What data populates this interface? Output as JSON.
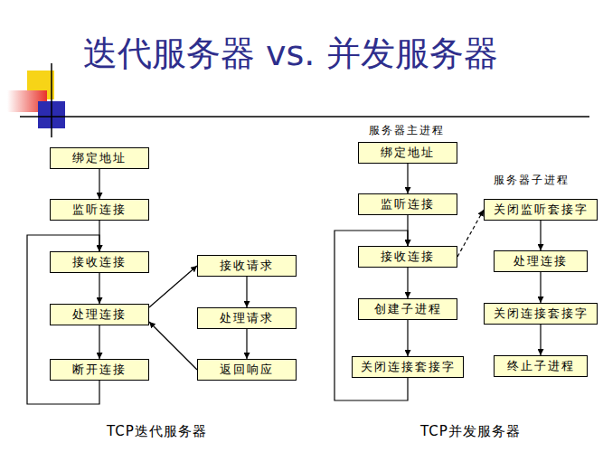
{
  "diagram": {
    "title": "迭代服务器 vs. 并发服务器",
    "nodes": [
      {
        "text": [
          "绑定地址"
        ]
      },
      {
        "text": [
          "监听连接"
        ]
      },
      {
        "text": [
          "接收连接"
        ]
      },
      {
        "text": [
          "处理连接"
        ]
      },
      {
        "text": [
          "断开连接"
        ]
      },
      {
        "text": [
          "接收请求"
        ]
      },
      {
        "text": [
          "处理请求"
        ]
      },
      {
        "text": [
          "返回响应"
        ]
      },
      {
        "text": [
          "绑定地址"
        ]
      },
      {
        "text": [
          "监听连接"
        ]
      },
      {
        "text": [
          "接收连接"
        ]
      },
      {
        "text": [
          "创建子进程"
        ]
      },
      {
        "text": [
          "关闭连接套接字"
        ]
      },
      {
        "text": [
          "关闭监听套接字"
        ]
      },
      {
        "text": [
          "处理连接"
        ]
      },
      {
        "text": [
          "关闭连接套接字"
        ]
      },
      {
        "text": [
          "终止子进程"
        ]
      }
    ],
    "edges": [
      {
        "from": 0,
        "to": 1,
        "arrow": "to"
      },
      {
        "from": 1,
        "to": 2,
        "arrow": "to"
      },
      {
        "from": 2,
        "to": 3,
        "arrow": "to"
      },
      {
        "from": 3,
        "to": 4,
        "arrow": "to"
      },
      {
        "from": 4,
        "to": 2,
        "arrow": "to"
      },
      {
        "from": 3,
        "to": 5,
        "arrow": "to"
      },
      {
        "from": 5,
        "to": 6,
        "arrow": "to"
      },
      {
        "from": 6,
        "to": 7,
        "arrow": "to"
      },
      {
        "from": 7,
        "to": 3,
        "arrow": "to"
      },
      {
        "from": 8,
        "to": 9,
        "arrow": "to"
      },
      {
        "from": 9,
        "to": 10,
        "arrow": "to"
      },
      {
        "from": 10,
        "to": 11,
        "arrow": "to"
      },
      {
        "from": 11,
        "to": 12,
        "arrow": "to"
      },
      {
        "from": 12,
        "to": 10,
        "arrow": "to"
      },
      {
        "from": 10,
        "to": 13,
        "arrow": "to"
      },
      {
        "from": 13,
        "to": 14,
        "arrow": "to"
      },
      {
        "from": 14,
        "to": 15,
        "arrow": "to"
      },
      {
        "from": 15,
        "to": 16,
        "arrow": "to"
      }
    ],
    "labels": [
      "服务器主进程",
      "服务器子进程",
      "TCP迭代服务器",
      "TCP并发服务器"
    ]
  }
}
